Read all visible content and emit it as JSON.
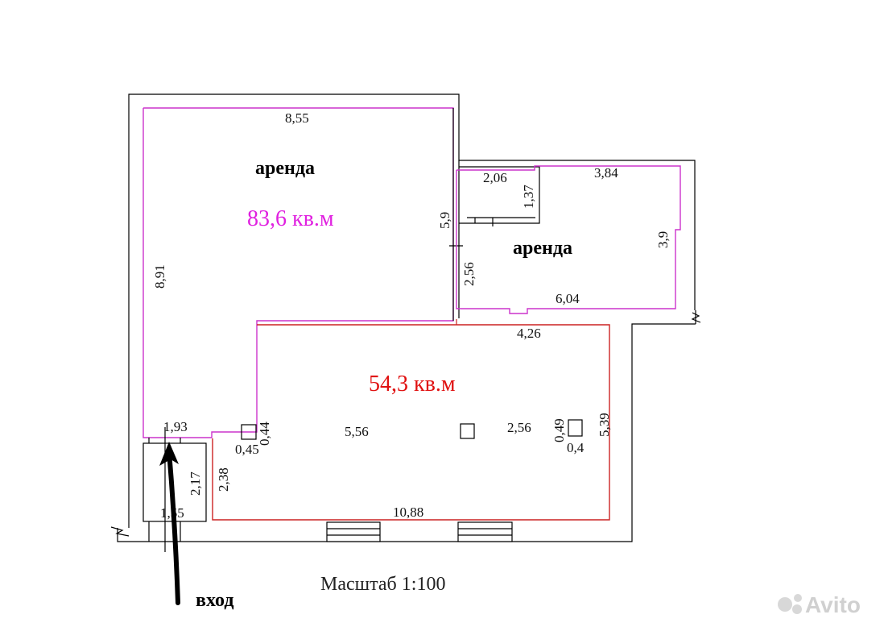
{
  "labels": {
    "rent_1": "аренда",
    "rent_2": "аренда",
    "area_1": "83,6 кв.м",
    "area_2": "54,3 кв.м",
    "scale": "Масштаб 1:100",
    "entrance": "вход",
    "watermark": "Avito"
  },
  "dimensions": {
    "top_width": "8,55",
    "left_height": "8,91",
    "mid_wall": "5,9",
    "lower_wall": "2,56",
    "storage_width": "2,06",
    "storage_height": "1,37",
    "right_room_top": "3,84",
    "right_room_height": "3,9",
    "right_room_bottom": "6,04",
    "main_top": "4,26",
    "corridor_width": "1,93",
    "column_height": "0,44",
    "column_width": "0,45",
    "main_inner": "5,56",
    "main_inner_right": "2,56",
    "right_col_height": "0,49",
    "right_col_width": "0,4",
    "main_right_height": "5,39",
    "vestibule_height": "2,17",
    "lower_left_height": "2,38",
    "vestibule_width": "1,55",
    "main_bottom": "10,88"
  },
  "colors": {
    "rent_outline": "#cc33cc",
    "area_1_text": "#e020e0",
    "main_outline": "#cc2222",
    "area_2_text": "#e01010",
    "wall": "#000000"
  }
}
